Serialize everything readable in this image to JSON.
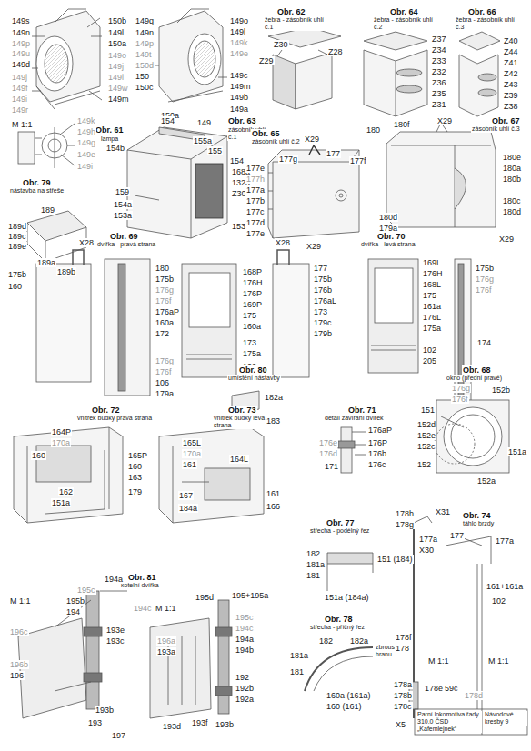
{
  "diagram": {
    "labels": [
      "149s",
      "149n",
      "149p",
      "149u",
      "149d",
      "149j",
      "149f",
      "149i",
      "149r",
      "150b",
      "149l",
      "150a",
      "149o",
      "149j",
      "149i",
      "149w",
      "149m",
      "149q",
      "149n",
      "149p",
      "149t",
      "150d",
      "150",
      "150c",
      "150a",
      "149",
      "149o",
      "149l",
      "149k",
      "149e",
      "149c",
      "149m",
      "149b",
      "149a",
      "M 1:1",
      "149k",
      "Obr. 61",
      "lampa",
      "149h",
      "149g",
      "149e",
      "149i",
      "Obr. 62",
      "žebra - zásobník uhlí č.1",
      "Z30",
      "Z29",
      "Z28",
      "Obr. 64",
      "žebra - zásobník uhlí č.2",
      "Z37",
      "Z34",
      "Z33",
      "Z32",
      "Z36",
      "Z35",
      "Z31",
      "Obr. 66",
      "žebra - zásobník uhlí č.3",
      "Z40",
      "Z44",
      "Z41",
      "Z42",
      "Z43",
      "Z39",
      "Z38",
      "154",
      "Obr. 63",
      "zásobník uhlí č.1",
      "155a",
      "155",
      "154b",
      "154",
      "168a",
      "132g",
      "Z30",
      "159",
      "154a",
      "153a",
      "153",
      "X29",
      "Obr. 65",
      "zásobník uhlí č.2",
      "177g",
      "177",
      "177f",
      "177e",
      "177h",
      "177a",
      "177b",
      "177c",
      "177d",
      "177e",
      "X29",
      "180",
      "180f",
      "X29",
      "Obr. 67",
      "zásobník uhlí č.3",
      "180e",
      "180a",
      "180b",
      "180c",
      "180d",
      "180d",
      "179a",
      "X29",
      "Obr. 79",
      "nástavba na střeše",
      "189",
      "189d",
      "189c",
      "189e",
      "189a",
      "189b",
      "Obr. 69",
      "dvířka - pravá strana",
      "X28",
      "175b",
      "160",
      "180",
      "175b",
      "176g",
      "176f",
      "176aP",
      "160a",
      "172",
      "176g",
      "176f",
      "106",
      "179a",
      "168P",
      "176H",
      "176P",
      "169P",
      "175",
      "160a",
      "173",
      "175a",
      "102",
      "205",
      "Obr. 70",
      "dvířka - levá strana",
      "X28",
      "177",
      "175b",
      "176b",
      "176aL",
      "173",
      "179c",
      "179b",
      "169L",
      "176H",
      "168L",
      "175",
      "161a",
      "176L",
      "175a",
      "102",
      "205",
      "175b",
      "176g",
      "176f",
      "174",
      "176g",
      "176f",
      "Obr. 72",
      "vnitřek budky pravá strana",
      "164P",
      "170a",
      "160",
      "162",
      "165P",
      "160",
      "163",
      "151a",
      "179",
      "Obr. 73",
      "vnitřek budky levá strana",
      "165L",
      "170a",
      "161",
      "167",
      "184a",
      "164L",
      "161",
      "166",
      "Obr. 80",
      "umístění nástavby",
      "182a",
      "183",
      "Obr. 71",
      "detail zavírání dvířek",
      "176aP",
      "176e",
      "176d",
      "171",
      "176P",
      "176b",
      "176c",
      "Obr. 68",
      "okno (přední pravé)",
      "152b",
      "151",
      "152d",
      "152e",
      "152c",
      "152",
      "151a",
      "152a",
      "Obr. 81",
      "kotelní dvířka",
      "195c",
      "194a",
      "M 1:1",
      "195b",
      "194",
      "194c",
      "196c",
      "193e",
      "193c",
      "196b",
      "196",
      "193b",
      "193",
      "197",
      "195d",
      "M 1:1",
      "195+195a",
      "195c",
      "194c",
      "194a",
      "194b",
      "196a",
      "193a",
      "193d",
      "193f",
      "193b",
      "192",
      "192b",
      "192a",
      "Obr. 77",
      "střecha - podélný řez",
      "182",
      "181a",
      "181",
      "151 (184)",
      "151a (184a)",
      "Obr. 78",
      "střecha - příčný řez",
      "182",
      "182a",
      "181a",
      "181",
      "zbrousit hranu",
      "160a (161a)",
      "160 (161)",
      "178h",
      "178g",
      "X31",
      "177a",
      "X30",
      "178f",
      "178",
      "178a",
      "178b",
      "178c",
      "178e",
      "59c",
      "X5",
      "Obr. 74",
      "táhlo brzdy",
      "177",
      "177a",
      "161+161a",
      "102",
      "M 1:1",
      "M 1:1",
      "178d",
      "Parní lokomotiva řady 310.0 ČSD „Kafemlejnek“",
      "Návodové kresby 9"
    ]
  }
}
